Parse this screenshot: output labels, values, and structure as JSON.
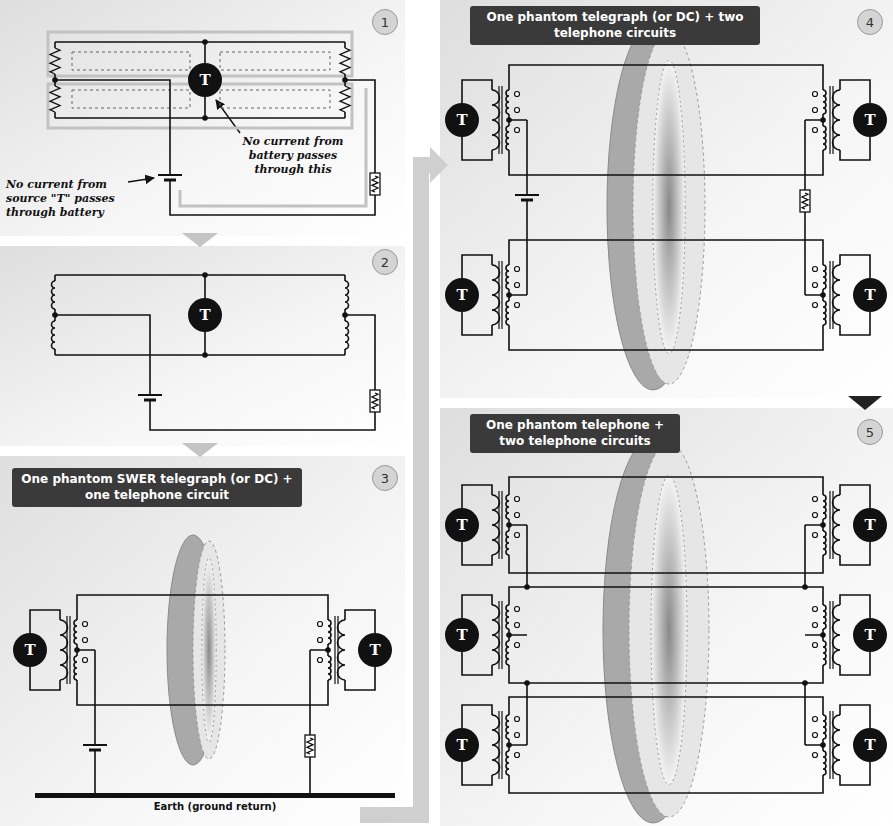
{
  "diagram": {
    "nodes": [
      {
        "text": [
          "1"
        ]
      },
      {
        "text": [
          "T"
        ]
      },
      {
        "text": [
          "2"
        ]
      },
      {
        "text": [
          "T"
        ]
      },
      {
        "text": [
          "One phantom SWER telegraph (or DC) + one telephone circuit"
        ]
      },
      {
        "text": [
          "3"
        ]
      },
      {
        "text": [
          "T"
        ]
      },
      {
        "text": [
          "T"
        ]
      },
      {
        "text": [
          "Earth (ground return)"
        ]
      },
      {
        "text": [
          "One phantom telegraph (or DC) + two telephone circuits"
        ]
      },
      {
        "text": [
          "4"
        ]
      },
      {
        "text": [
          "T"
        ]
      },
      {
        "text": [
          "T"
        ]
      },
      {
        "text": [
          "T"
        ]
      },
      {
        "text": [
          "T"
        ]
      },
      {
        "text": [
          "One phantom telephone + two telephone circuits"
        ]
      },
      {
        "text": [
          "5"
        ]
      },
      {
        "text": [
          "T"
        ]
      },
      {
        "text": [
          "T"
        ]
      },
      {
        "text": [
          "T"
        ]
      },
      {
        "text": [
          "T"
        ]
      },
      {
        "text": [
          "T"
        ]
      },
      {
        "text": [
          "T"
        ]
      }
    ],
    "labels": [
      "No current from battery passes through this",
      "No current from source \"T\" passes through battery"
    ]
  }
}
